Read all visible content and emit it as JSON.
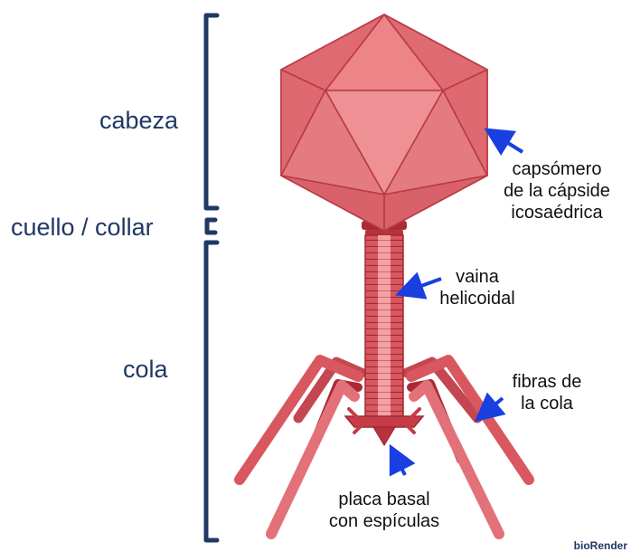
{
  "regions": {
    "head": "cabeza",
    "neck": "cuello / collar",
    "tail": "cola"
  },
  "labels": {
    "capsomere": [
      "capsómero",
      "de la cápside",
      "icosaédrica"
    ],
    "sheath": [
      "vaina",
      "helicoidal"
    ],
    "fibers": [
      "fibras de",
      "la cola"
    ],
    "baseplate": [
      "placa basal",
      "con espículas"
    ]
  },
  "watermark": "bioRender",
  "colors": {
    "bracket": "#1f3864",
    "arrow": "#1a3fe0",
    "capsid_fill": "#e8747a",
    "capsid_edge": "#b83b45",
    "tail_dark": "#b8323c",
    "tail_mid": "#d9575f",
    "tail_light": "#f3a1a5",
    "fiber": "#d9575f",
    "fiber_dark": "#a82b35"
  }
}
